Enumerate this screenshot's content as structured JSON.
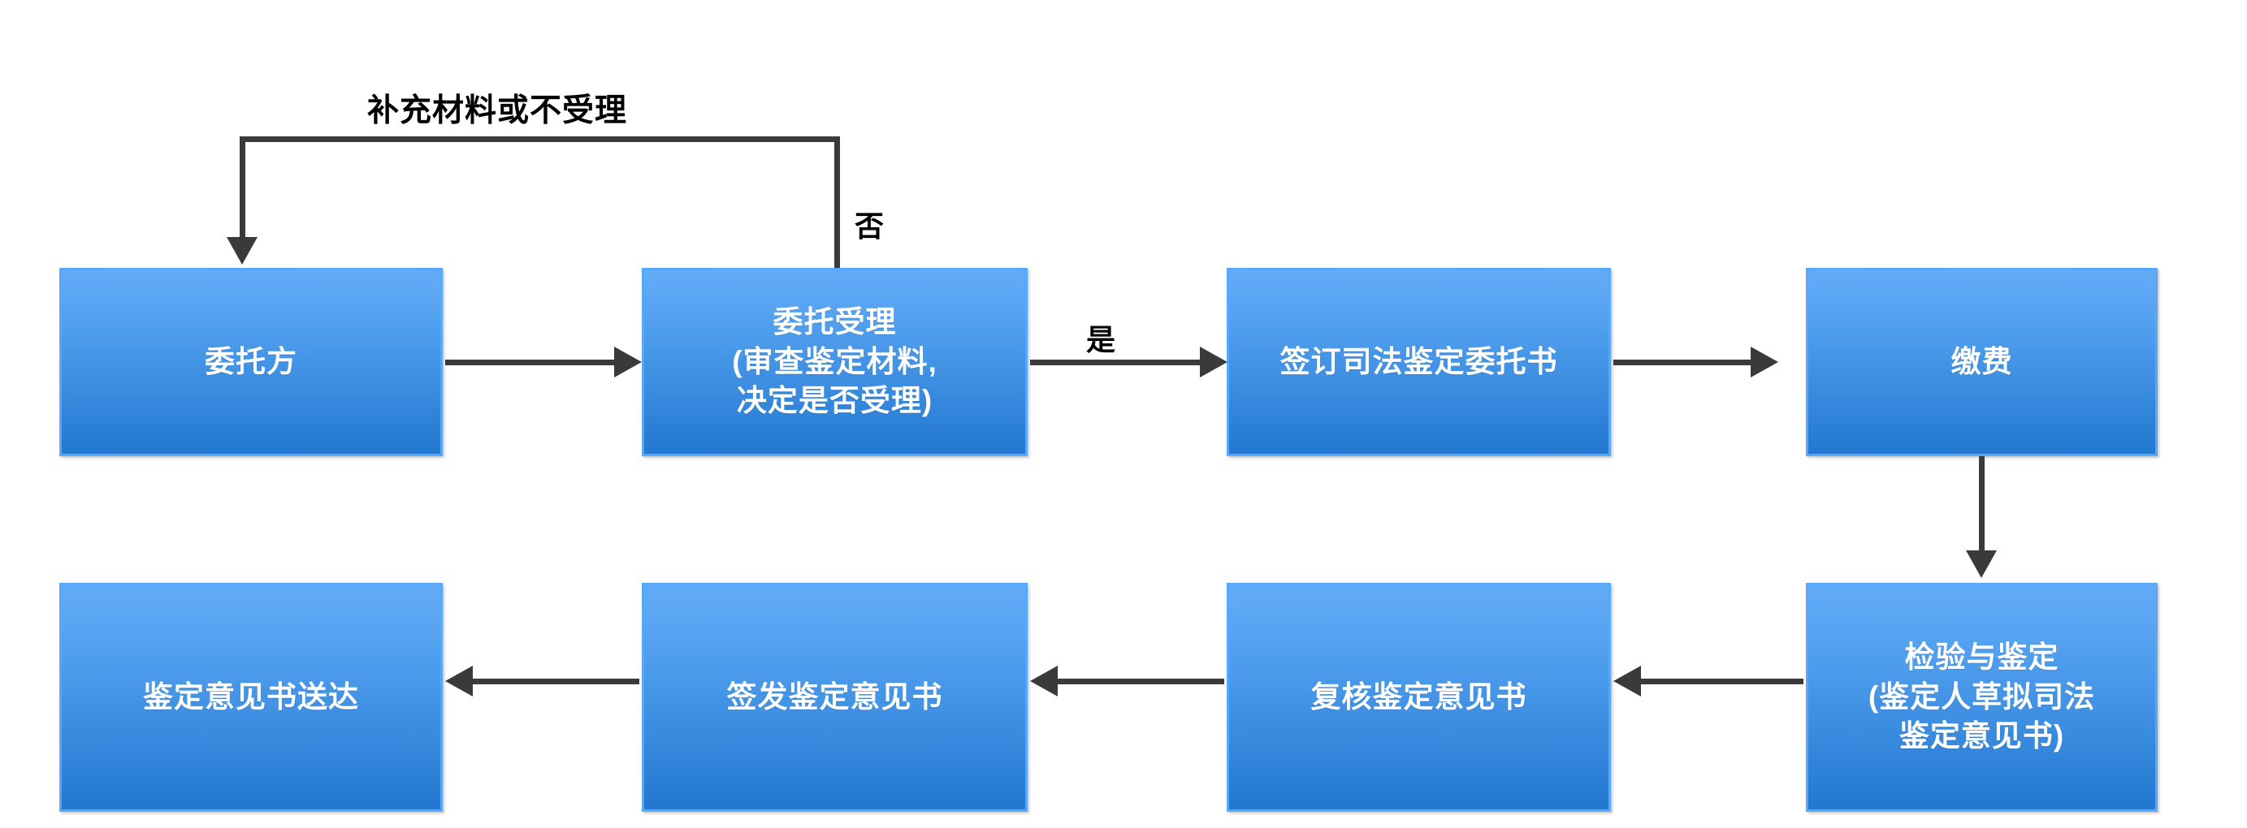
{
  "diagram": {
    "title_text": "",
    "background_color": "#ffffff",
    "node_fill_top": "#63ABF7",
    "node_fill_bottom": "#2277CE",
    "node_border_color": "#57A8FC",
    "node_text_color": "#ffffff",
    "connector_color": "#3A3A3A",
    "edge_label_color": "#000000"
  },
  "nodes": {
    "row1": [
      {
        "id": "client",
        "label": "委托方"
      },
      {
        "id": "acceptance",
        "label": "委托受理\n(审查鉴定材料,\n决定是否受理)"
      },
      {
        "id": "sign_commission",
        "label": "签订司法鉴定委托书"
      },
      {
        "id": "payment",
        "label": "缴费"
      }
    ],
    "row2": [
      {
        "id": "deliver_opinion",
        "label": "鉴定意见书送达"
      },
      {
        "id": "issue_opinion",
        "label": "签发鉴定意见书"
      },
      {
        "id": "review_opinion",
        "label": "复核鉴定意见书"
      },
      {
        "id": "examination",
        "label": "检验与鉴定\n(鉴定人草拟司法\n鉴定意见书)"
      }
    ]
  },
  "edge_labels": {
    "loop_back": "补充材料或不受理",
    "no": "否",
    "yes": "是"
  }
}
